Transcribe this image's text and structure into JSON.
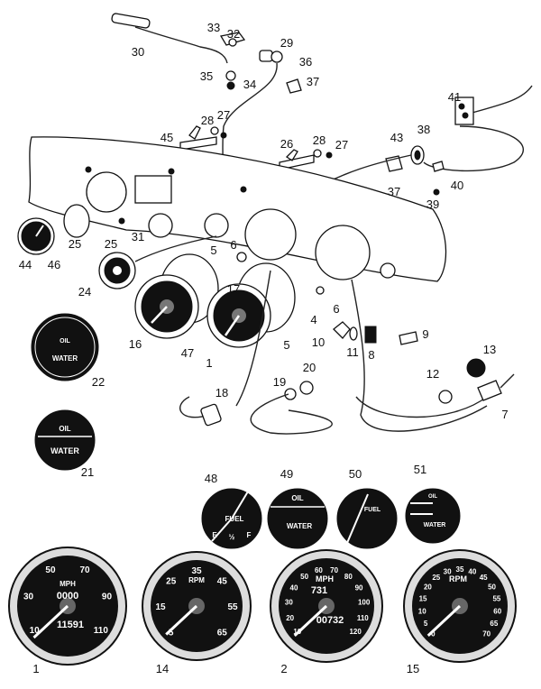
{
  "title": "Instruments exploded parts diagram",
  "callouts": [
    "30",
    "33",
    "32",
    "29",
    "36",
    "35",
    "34",
    "37",
    "41",
    "45",
    "28",
    "27",
    "26",
    "28",
    "27",
    "38",
    "43",
    "37",
    "40",
    "39",
    "25",
    "44",
    "46",
    "25",
    "31",
    "5",
    "6",
    "24",
    "17",
    "16",
    "47",
    "1",
    "6",
    "4",
    "5",
    "10",
    "11",
    "8",
    "9",
    "13",
    "22",
    "20",
    "19",
    "12",
    "18",
    "7",
    "21",
    "48",
    "49",
    "50",
    "51",
    "1",
    "14",
    "2",
    "15"
  ],
  "gauges": {
    "speedo_1": {
      "unit": "MPH",
      "trip": "0000",
      "odometer": "11591",
      "scale": [
        "10",
        "30",
        "50",
        "70",
        "90",
        "110"
      ]
    },
    "tacho_14": {
      "unit": "RPM",
      "scale": [
        "5",
        "15",
        "25",
        "35",
        "45",
        "55",
        "65"
      ]
    },
    "speedo_2": {
      "unit": "MPH",
      "trip": "731",
      "odometer": "00732",
      "scale": [
        "10",
        "20",
        "30",
        "40",
        "50",
        "60",
        "70",
        "80",
        "90",
        "100",
        "110",
        "120"
      ]
    },
    "tacho_15": {
      "unit": "RPM",
      "scale": [
        "0",
        "5",
        "10",
        "15",
        "20",
        "25",
        "30",
        "35",
        "40",
        "45",
        "50",
        "55",
        "60",
        "65",
        "70"
      ]
    },
    "fuel_48": {
      "label": "FUEL",
      "marks": [
        "E",
        "½",
        "F"
      ]
    },
    "dual_49": {
      "top": "OIL",
      "bottom": "WATER"
    },
    "fuel_50": {
      "label": "FUEL"
    },
    "dual_51": {
      "top": "OIL",
      "bottom": "WATER"
    },
    "dual_22": {
      "top": "OIL",
      "bottom": "WATER"
    },
    "dual_21": {
      "top": "OIL",
      "bottom": "WATER"
    }
  }
}
